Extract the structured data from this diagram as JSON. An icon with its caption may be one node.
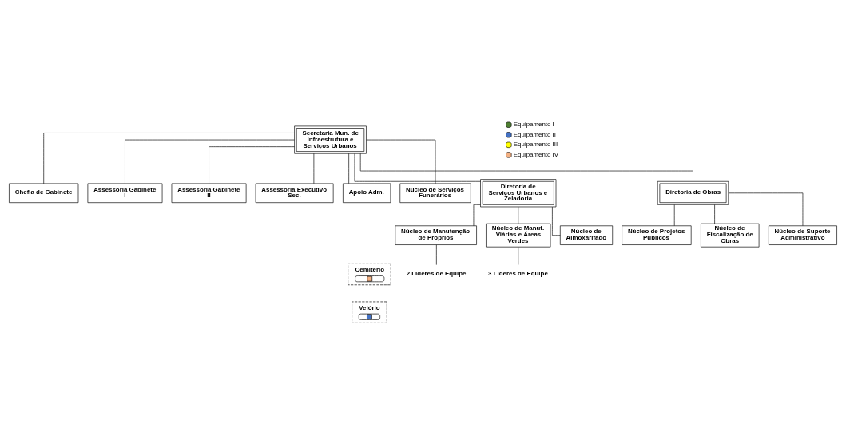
{
  "diagram": {
    "nodes": [
      {
        "text": [
          "Secretaria Mun. de Infraestrutura e Serviços Urbanos"
        ]
      },
      {
        "text": [
          "Chefia de Gabinete"
        ]
      },
      {
        "text": [
          "Assessoria Gabinete I"
        ]
      },
      {
        "text": [
          "Assessoria Gabinete II"
        ]
      },
      {
        "text": [
          "Assessoria Executivo Sec."
        ]
      },
      {
        "text": [
          "Apoio Adm."
        ]
      },
      {
        "text": [
          "Núcleo de Serviços Funerários"
        ]
      },
      {
        "text": [
          "Diretoria de Serviços Urbanos e Zeladoria"
        ]
      },
      {
        "text": [
          "Diretoria de Obras"
        ]
      },
      {
        "text": [
          "Núcleo de Manutenção de Próprios"
        ]
      },
      {
        "text": [
          "Núcleo de Manut. Viárias e Áreas Verdes"
        ]
      },
      {
        "text": [
          "Núcleo de Almoxarifado"
        ]
      },
      {
        "text": [
          "Núcleo de Projetos Públicos"
        ]
      },
      {
        "text": [
          "Núcleo de Fiscalização de Obras"
        ]
      },
      {
        "text": [
          "Núcleo de Suporte Administrativo"
        ]
      },
      {
        "text": [
          "Cemitério"
        ]
      },
      {
        "text": [
          "Velório"
        ]
      },
      {
        "text": [
          "2 Líderes de Equipe"
        ]
      },
      {
        "text": [
          "3 Líderes de Equipe"
        ]
      }
    ],
    "edges": [
      {
        "from": 0,
        "to": 1,
        "arrow": "none"
      },
      {
        "from": 0,
        "to": 2,
        "arrow": "none"
      },
      {
        "from": 0,
        "to": 3,
        "arrow": "none"
      },
      {
        "from": 0,
        "to": 4,
        "arrow": "none"
      },
      {
        "from": 0,
        "to": 5,
        "arrow": "none"
      },
      {
        "from": 0,
        "to": 6,
        "arrow": "none"
      },
      {
        "from": 0,
        "to": 7,
        "arrow": "none"
      },
      {
        "from": 0,
        "to": 8,
        "arrow": "none"
      },
      {
        "from": 7,
        "to": 9,
        "arrow": "none"
      },
      {
        "from": 7,
        "to": 10,
        "arrow": "none"
      },
      {
        "from": 7,
        "to": 11,
        "arrow": "none"
      },
      {
        "from": 8,
        "to": 12,
        "arrow": "none"
      },
      {
        "from": 8,
        "to": 13,
        "arrow": "none"
      },
      {
        "from": 8,
        "to": 14,
        "arrow": "none"
      },
      {
        "from": 9,
        "to": 17,
        "arrow": "none"
      },
      {
        "from": 10,
        "to": 18,
        "arrow": "none"
      }
    ],
    "legend": [
      {
        "text": "Equipamento I",
        "color": "#4e7f32"
      },
      {
        "text": "Equipamento II",
        "color": "#4472c4"
      },
      {
        "text": "Equipamento III",
        "color": "#ffff00"
      },
      {
        "text": "Equipamento IV",
        "color": "#f4b183"
      }
    ]
  }
}
